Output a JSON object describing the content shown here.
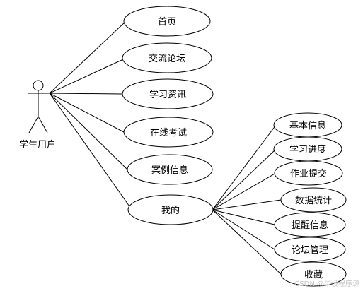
{
  "actor": {
    "label": "学生用户"
  },
  "main_use_cases": [
    {
      "id": "home",
      "label": "首页"
    },
    {
      "id": "forum",
      "label": "交流论坛"
    },
    {
      "id": "study-info",
      "label": "学习资讯"
    },
    {
      "id": "online-exam",
      "label": "在线考试"
    },
    {
      "id": "case-info",
      "label": "案例信息"
    },
    {
      "id": "mine",
      "label": "我的"
    }
  ],
  "mine_sub_use_cases": [
    {
      "id": "basic-info",
      "label": "基本信息"
    },
    {
      "id": "study-progress",
      "label": "学习进度"
    },
    {
      "id": "homework-submit",
      "label": "作业提交"
    },
    {
      "id": "data-stats",
      "label": "数据统计"
    },
    {
      "id": "reminder-info",
      "label": "提醒信息"
    },
    {
      "id": "forum-manage",
      "label": "论坛管理"
    },
    {
      "id": "favorites",
      "label": "收藏"
    }
  ],
  "watermark": "CSDN @毕设程序源"
}
